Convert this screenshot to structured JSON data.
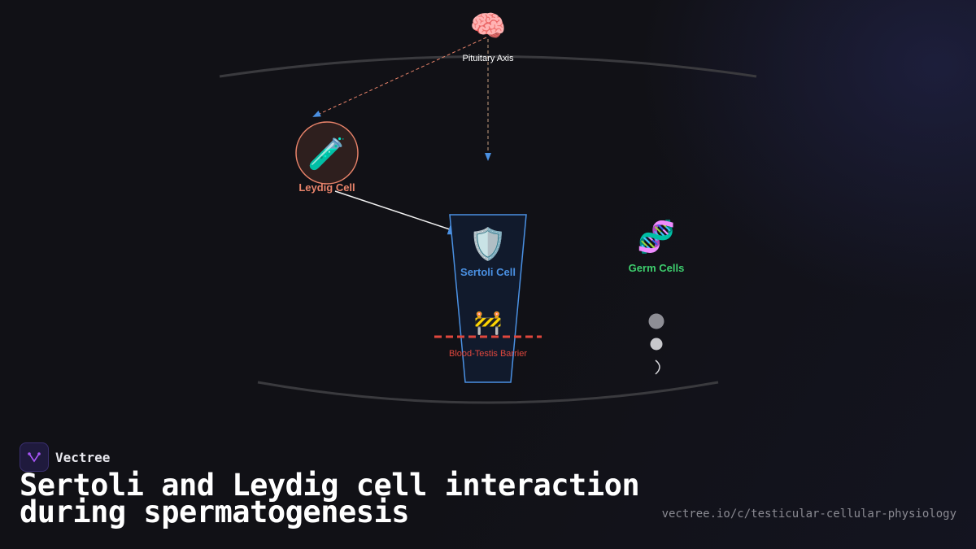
{
  "brand": {
    "name": "Vectree"
  },
  "title": "Sertoli and Leydig cell interaction during spermatogenesis",
  "url": "vectree.io/c/testicular-cellular-physiology",
  "nodes": {
    "pituitary": {
      "label": "Pituitary Axis",
      "icon": "brain-icon"
    },
    "leydig": {
      "label": "Leydig Cell",
      "icon": "test-tube-icon",
      "color": "#e8836a"
    },
    "sertoli": {
      "label": "Sertoli Cell",
      "icon": "shield-icon",
      "color": "#4a90e2"
    },
    "barrier": {
      "label": "Blood-Testis Barrier",
      "icon": "construction-barrier-icon",
      "color": "#e0473d"
    },
    "germ": {
      "label": "Germ Cells",
      "icon": "dna-icon",
      "color": "#3ecf6e"
    }
  },
  "colors": {
    "background": "#111116",
    "arrow_blue": "#4a90e2",
    "hormone_line": "#e8836a",
    "tubule_outline": "#3a3a3e"
  }
}
